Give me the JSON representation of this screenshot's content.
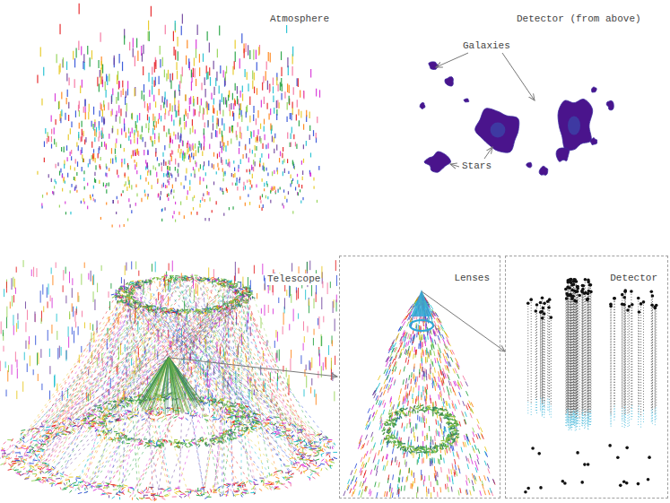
{
  "diagram": {
    "nodes": [
      {
        "text": [
          "Lenses"
        ]
      },
      {
        "text": [
          "Detector"
        ]
      }
    ],
    "edges": [
      {
        "from": 0,
        "to": 1,
        "arrow": "to"
      }
    ],
    "labels": [
      "Atmosphere",
      "Detector (from above)",
      "Galaxies",
      "Stars",
      "Telescope"
    ]
  }
}
